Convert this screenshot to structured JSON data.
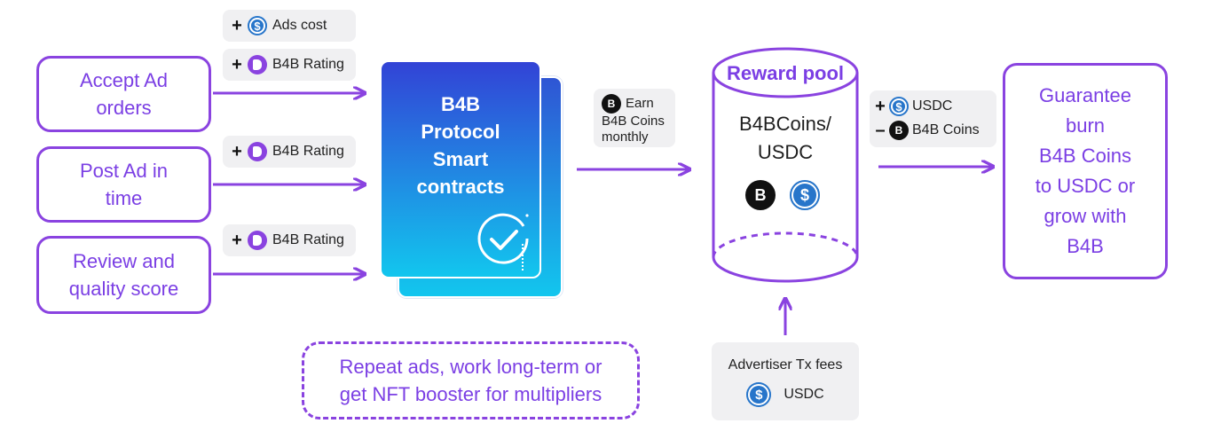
{
  "inputs": [
    {
      "label_line1": "Accept Ad",
      "label_line2": "orders"
    },
    {
      "label_line1": "Post Ad in",
      "label_line2": "time"
    },
    {
      "label_line1": "Review and",
      "label_line2": "quality score"
    }
  ],
  "chips": {
    "ads_cost": {
      "sign": "+",
      "text": "Ads cost"
    },
    "rating1": {
      "sign": "+",
      "text": "B4B Rating"
    },
    "rating2": {
      "sign": "+",
      "text": "B4B Rating"
    },
    "rating3": {
      "sign": "+",
      "text": "B4B Rating"
    }
  },
  "protocol": {
    "line1": "B4B",
    "line2": "Protocol",
    "line3": "Smart",
    "line4": "contracts"
  },
  "earn": {
    "line1": "Earn",
    "line2": "B4B Coins",
    "line3": "monthly"
  },
  "pool": {
    "title": "Reward pool",
    "line1": "B4BCoins/",
    "line2": "USDC"
  },
  "exchange": {
    "plus_sign": "+",
    "plus_text": "USDC",
    "minus_sign": "–",
    "minus_text": "B4B Coins"
  },
  "outcome": {
    "line1": "Guarantee",
    "line2": "burn",
    "line3": "B4B Coins",
    "line4": "to USDC or",
    "line5": "grow with",
    "line6": "B4B"
  },
  "repeat": {
    "line1": "Repeat ads, work long-term or",
    "line2": "get NFT booster for multipliers"
  },
  "fees": {
    "title": "Advertiser Tx fees",
    "currency": "USDC"
  },
  "icons": {
    "usdc_glyph": "$",
    "b4b_glyph": "B"
  },
  "colors": {
    "accent": "#8a43e0",
    "card_top": "#3243d6",
    "card_bottom": "#12c6ee",
    "usdc": "#2775ca"
  }
}
